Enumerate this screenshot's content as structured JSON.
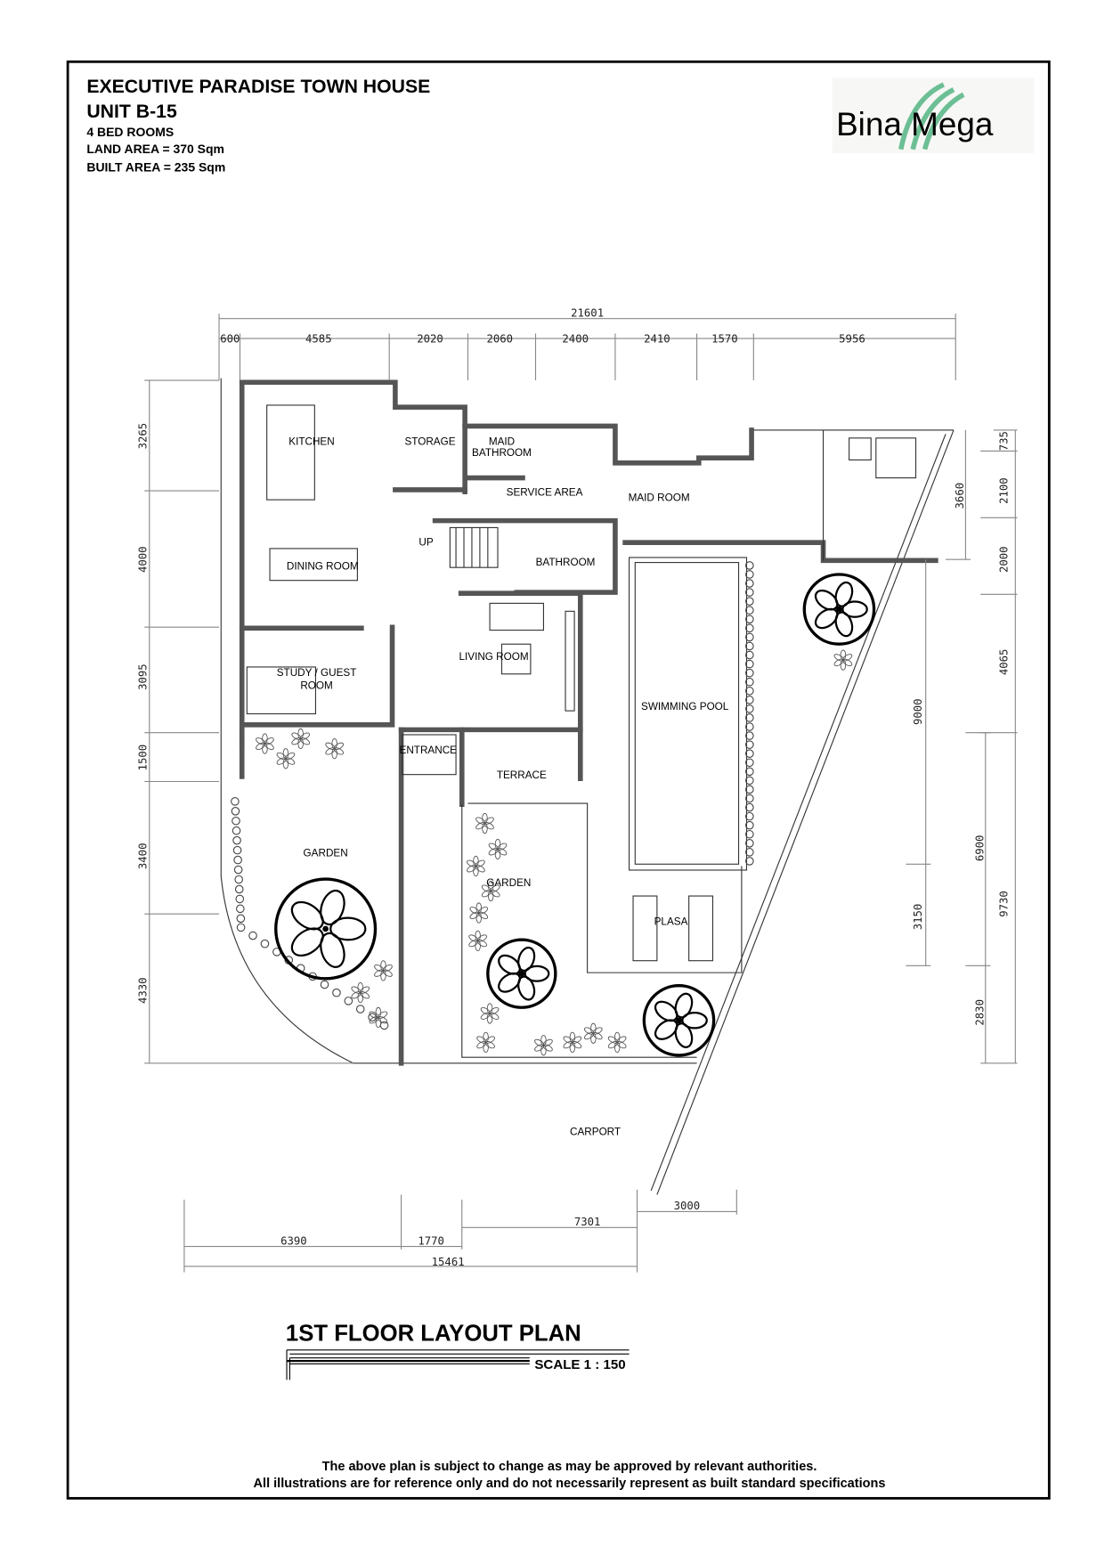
{
  "header": {
    "title": "EXECUTIVE  PARADISE TOWN HOUSE",
    "unit": "UNIT  B-15",
    "bedrooms": "4 BED  ROOMS",
    "land_area": "LAND  AREA = 370 Sqm",
    "built_area": "BUILT  AREA = 235 Sqm"
  },
  "logo": {
    "text": "Bina Mega",
    "accent_color": "#5fb38a"
  },
  "rooms": {
    "kitchen": "KITCHEN",
    "storage": "STORAGE",
    "maid_bathroom_1": "MAID",
    "maid_bathroom_2": "BATHROOM",
    "service_area": "SERVICE AREA",
    "maid_room": "MAID ROOM",
    "dining_room": "DINING ROOM",
    "bathroom": "BATHROOM",
    "living_room": "LIVING ROOM",
    "study_1": "STUDY / GUEST",
    "study_2": "ROOM",
    "entrance": "ENTRANCE",
    "terrace": "TERRACE",
    "swimming_pool": "SWIMMING POOL",
    "garden_left": "GARDEN",
    "garden_center": "GARDEN",
    "plasa": "PLASA",
    "carport": "CARPORT",
    "up": "UP"
  },
  "dimensions": {
    "top_total": "21601",
    "top": [
      "600",
      "4585",
      "2020",
      "2060",
      "2400",
      "2410",
      "1570",
      "5956"
    ],
    "left": [
      "3265",
      "4000",
      "3095",
      "1500",
      "3400",
      "4330"
    ],
    "right_outer": [
      "735",
      "2100",
      "2000",
      "4065",
      "9730"
    ],
    "right_mid": [
      "6900",
      "2830"
    ],
    "right_inner": [
      "3660",
      "9000",
      "3150"
    ],
    "bottom": [
      "6390",
      "1770",
      "15461",
      "7301",
      "3000"
    ]
  },
  "plan_title": "1ST  FLOOR  LAYOUT  PLAN",
  "scale": "SCALE  1 : 150",
  "footer": {
    "line1": "The above plan is subject to change as may be approved by relevant authorities.",
    "line2": "All illustrations are for reference only and do not necessarily represent as built standard specifications"
  }
}
